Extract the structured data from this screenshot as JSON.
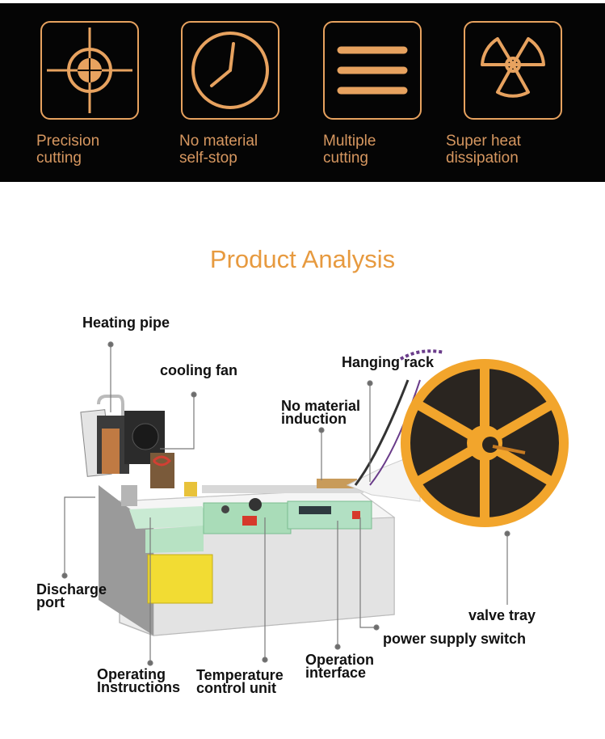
{
  "colors": {
    "accent": "#e7a25f",
    "title": "#e79a3f",
    "band": "#050505",
    "reel": "#f2a52c"
  },
  "features": [
    {
      "icon": "crosshair-icon",
      "label": "Precision\ncutting"
    },
    {
      "icon": "clock-icon",
      "label": "No material\nself-stop"
    },
    {
      "icon": "lines-icon",
      "label": "Multiple\ncutting"
    },
    {
      "icon": "radiation-icon",
      "label": "Super heat\ndissipation"
    }
  ],
  "title": "Product Analysis",
  "labels": {
    "heating_pipe": "Heating pipe",
    "cooling_fan": "cooling fan",
    "hanging_rack": "Hanging rack",
    "no_material": "No material\ninduction",
    "discharge": "Discharge\nport",
    "valve_tray": "valve tray",
    "power_switch": "power supply switch",
    "operation": "Operation\ninterface",
    "operating": "Operating\nInstructions",
    "temperature": "Temperature\ncontrol unit"
  }
}
